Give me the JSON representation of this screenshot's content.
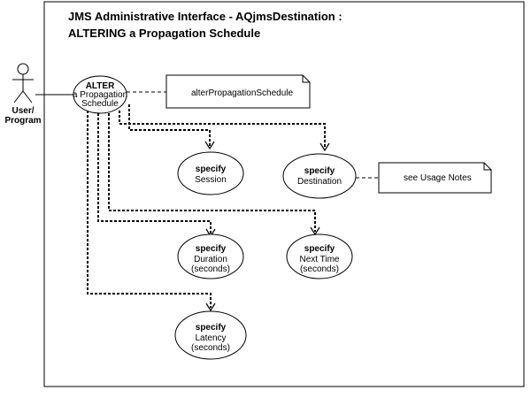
{
  "title": {
    "line1": "JMS Administrative Interface  -  AQjmsDestination  :",
    "line2": "ALTERING a Propagation Schedule"
  },
  "actor": {
    "line1": "User/",
    "line2": "Program",
    "icon": "stick-figure-icon"
  },
  "main_usecase": {
    "line1": "ALTER",
    "line2": "a Propagation",
    "line3": "Schedule"
  },
  "notes": {
    "method": "alterPropagationSchedule",
    "usage": "see Usage Notes"
  },
  "usecases": {
    "session": {
      "line1": "specify",
      "line2": "Session"
    },
    "destination": {
      "line1": "specify",
      "line2": "Destination"
    },
    "duration": {
      "line1": "specify",
      "line2": "Duration",
      "line3": "(seconds)"
    },
    "next_time": {
      "line1": "specify",
      "line2": "Next Time",
      "line3": "(seconds)"
    },
    "latency": {
      "line1": "specify",
      "line2": "Latency",
      "line3": "(seconds)"
    }
  }
}
